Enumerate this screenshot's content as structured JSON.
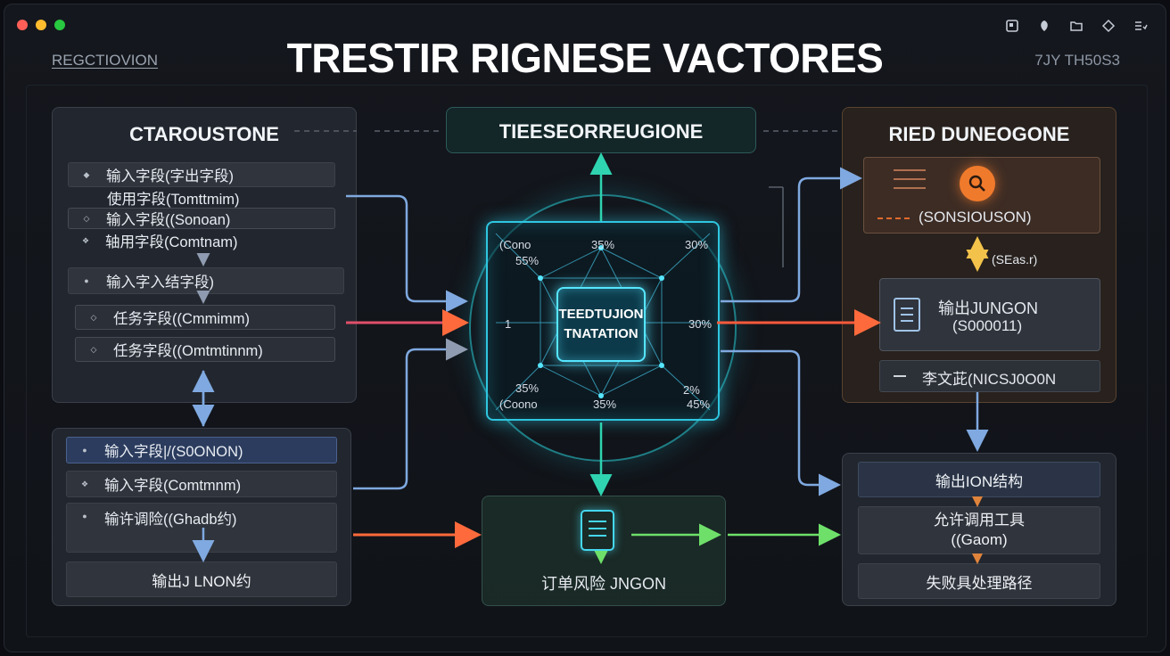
{
  "title": "TRESTIR RIGNESE VACTORES",
  "header": {
    "left": "REGCTIOVION",
    "right": "7JY TH50S3"
  },
  "toolbar": {
    "icons": [
      "square-icon",
      "leaf-icon",
      "folder-icon",
      "tag-icon",
      "list-check-icon"
    ]
  },
  "left_panel_top": {
    "title": "CTAROUSTONE",
    "rows": [
      {
        "text": "输入字段(字出字段)",
        "icon": "chevron-icon"
      },
      {
        "text": "使用字段(Tomttmim)",
        "icon": ""
      },
      {
        "text": "输入字段((Sonoan)",
        "icon": "diamond-icon"
      },
      {
        "text": "轴用字段(Comtnam)",
        "icon": "chevron-icon"
      },
      {
        "text": "输入字入结字段)",
        "icon": "dot-icon"
      },
      {
        "text": "任务字段((Cmmimm)",
        "icon": "diamond-icon"
      },
      {
        "text": "任务字段((Omtmtinnm)",
        "icon": "diamond-icon"
      }
    ]
  },
  "left_panel_bottom": {
    "rows": [
      {
        "text": "输入字段|/(S0ONON)",
        "icon": "dot-icon"
      },
      {
        "text": "输入字段(Comtmnm)",
        "icon": "chevron-icon"
      },
      {
        "text": "输许调险((Ghadb约)",
        "icon": "dot-icon"
      },
      {
        "text": "输出J LNON约",
        "icon": ""
      }
    ]
  },
  "center_top": {
    "title": "TIEESEORREUGIONE"
  },
  "hub": {
    "core_line1": "TEEDTUJION",
    "core_line2": "TNATATION",
    "labels": {
      "tl": "(Cono",
      "tl2": "55%",
      "tc": "35%",
      "tr": "30%",
      "ml": "1",
      "mr": "30%",
      "bl": "35%",
      "bl2": "(Coono",
      "bc": "35%",
      "br": "2%",
      "br2": "45%"
    }
  },
  "center_bottom": {
    "label": "订单风险 JNGON"
  },
  "right_panel_top": {
    "title": "RIED DUNEOGONE",
    "search_label": "(SONSIOUSON)",
    "arrow_label": "(SEas.r)",
    "output_line1": "输出JUNGON",
    "output_line2": "(S000011)",
    "row_label": "李文茈(NICSJ0O0N"
  },
  "right_panel_bottom": {
    "row1": "输出ION结构",
    "row2_line1": "允许调用工具",
    "row2_line2": "((Gaom)",
    "row3": "失败具处理路径"
  }
}
